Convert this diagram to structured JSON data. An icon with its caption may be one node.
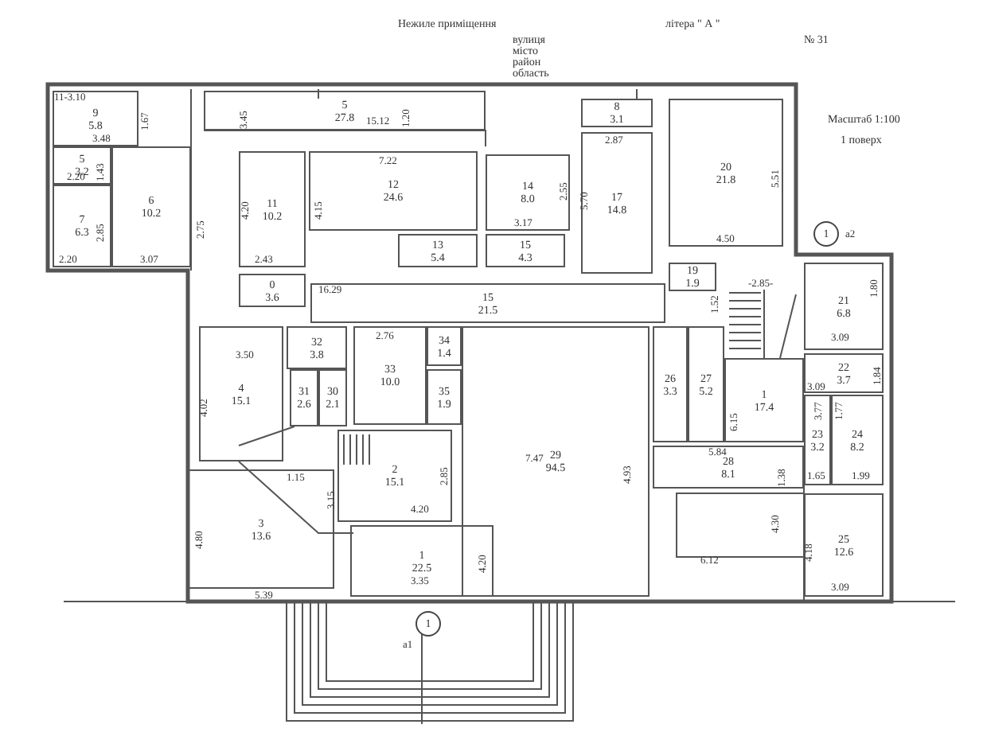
{
  "diagram": {
    "nodes": [
      {
        "text": [
          "9",
          "5.8"
        ]
      },
      {
        "text": [
          "5",
          "3.2"
        ]
      },
      {
        "text": [
          "7",
          "6.3"
        ]
      },
      {
        "text": [
          "6",
          "10.2"
        ]
      },
      {
        "text": [
          "5",
          "27.8"
        ]
      },
      {
        "text": [
          "11",
          "10.2"
        ]
      },
      {
        "text": [
          "12",
          "24.6"
        ]
      },
      {
        "text": [
          "13",
          "5.4"
        ]
      },
      {
        "text": [
          "0",
          "3.6"
        ]
      },
      {
        "text": [
          "14",
          "8.0"
        ]
      },
      {
        "text": [
          "15",
          "4.3"
        ]
      },
      {
        "text": [
          "8",
          "3.1"
        ]
      },
      {
        "text": [
          "17",
          "14.8"
        ]
      },
      {
        "text": [
          "20",
          "21.8"
        ]
      },
      {
        "text": [
          "19",
          "1.9"
        ]
      },
      {
        "text": [
          "15",
          "21.5"
        ]
      },
      {
        "text": [
          "21",
          "6.8"
        ]
      },
      {
        "text": [
          "22",
          "3.7"
        ]
      },
      {
        "text": [
          "4",
          "15.1"
        ]
      },
      {
        "text": [
          "32",
          "3.8"
        ]
      },
      {
        "text": [
          "31",
          "2.6"
        ]
      },
      {
        "text": [
          "30",
          "2.1"
        ]
      },
      {
        "text": [
          "33",
          "10.0"
        ]
      },
      {
        "text": [
          "34",
          "1.4"
        ]
      },
      {
        "text": [
          "35",
          "1.9"
        ]
      },
      {
        "text": [
          "2",
          "15.1"
        ]
      },
      {
        "text": [
          "3",
          "13.6"
        ]
      },
      {
        "text": [
          "1",
          "22.5"
        ]
      },
      {
        "text": [
          "29",
          "94.5"
        ]
      },
      {
        "text": [
          "26",
          "3.3"
        ]
      },
      {
        "text": [
          "27",
          "5.2"
        ]
      },
      {
        "text": [
          "1",
          "17.4"
        ]
      },
      {
        "text": [
          "28",
          "8.1"
        ]
      },
      {
        "text": [
          "23",
          "3.2"
        ]
      },
      {
        "text": [
          "24",
          "8.2"
        ]
      },
      {
        "text": [
          "25",
          "12.6"
        ]
      },
      {
        "text": [
          "1"
        ],
        "beside": [
          "a2"
        ]
      },
      {
        "text": [
          "1"
        ],
        "beside": [
          "a1"
        ]
      }
    ],
    "labels": [
      "Нежиле приміщення",
      "літера \" А \"",
      "вулиця",
      "№ 31",
      "місто",
      "район",
      "область",
      "Масштаб 1:100",
      "1 поверх",
      "11-3.10",
      "1.67",
      "3.48",
      "1.43",
      "2.20",
      "2.85",
      "2.20",
      "3.07",
      "2.75",
      "3.45",
      "15.12",
      "1.20",
      "7.22",
      "4.20",
      "4.15",
      "2.43",
      "2.55",
      "3.17",
      "5.70",
      "2.87",
      "5.51",
      "4.50",
      "-2.85-",
      "1.52",
      "3.09",
      "1.80",
      "16.29",
      "3.50",
      "4.02",
      "2.76",
      "1.15",
      "3.15",
      "2.85",
      "4.20",
      "4.80",
      "5.39",
      "3.35",
      "4.20",
      "7.47",
      "4.93",
      "1.84",
      "3.09",
      "6.15",
      "5.84",
      "3.77",
      "1.77",
      "1.38",
      "1.65",
      "1.99",
      "4.30",
      "6.12",
      "4.18",
      "3.09"
    ]
  }
}
